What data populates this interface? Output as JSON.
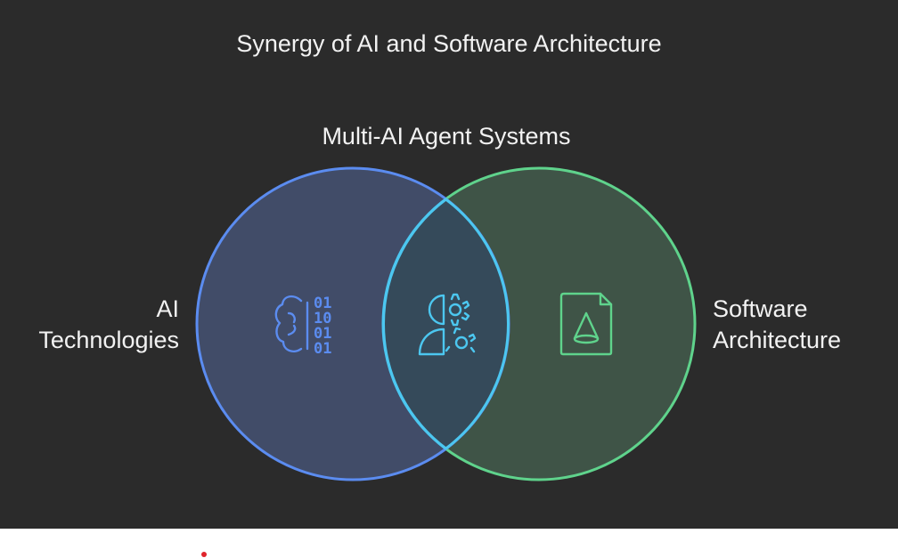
{
  "diagram": {
    "title": "Synergy of AI and Software Architecture",
    "overlap_label": "Multi-AI Agent Systems",
    "left_set": {
      "label_lines": [
        "AI",
        "Technologies"
      ],
      "color": "#5b8cf0",
      "icon": "brain-binary-icon"
    },
    "right_set": {
      "label_lines": [
        "Software",
        "Architecture"
      ],
      "color": "#5fd38c",
      "icon": "architecture-document-icon"
    },
    "intersection": {
      "color": "#4cc7f0",
      "icon": "person-gear-icon"
    }
  }
}
